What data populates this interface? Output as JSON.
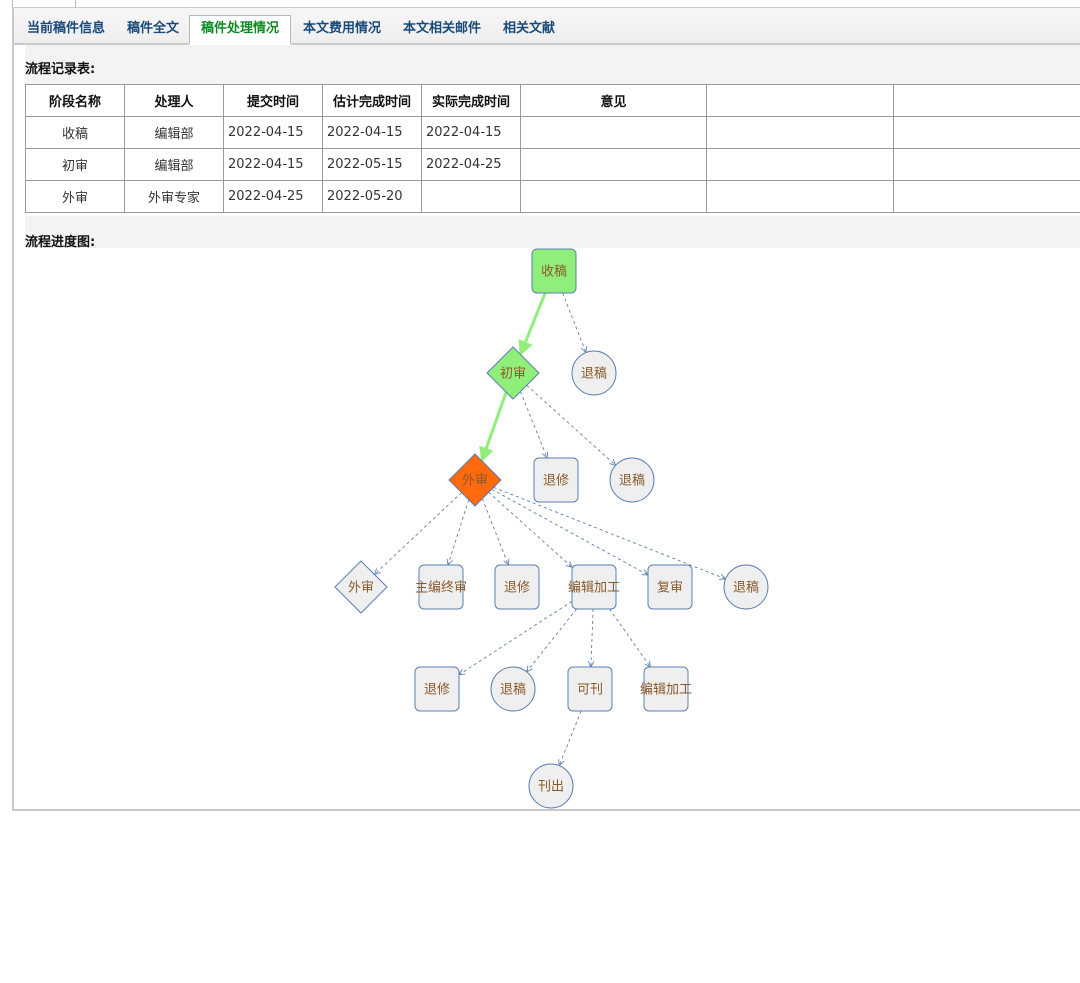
{
  "tabs": [
    {
      "label": "当前稿件信息",
      "active": false
    },
    {
      "label": "稿件全文",
      "active": false
    },
    {
      "label": "稿件处理情况",
      "active": true
    },
    {
      "label": "本文费用情况",
      "active": false
    },
    {
      "label": "本文相关邮件",
      "active": false
    },
    {
      "label": "相关文献",
      "active": false
    }
  ],
  "record_section_title": "流程记录表:",
  "record_table": {
    "headers": [
      "阶段名称",
      "处理人",
      "提交时间",
      "估计完成时间",
      "实际完成时间",
      "意见",
      "",
      ""
    ],
    "rows": [
      [
        "收稿",
        "编辑部",
        "2022-04-15",
        "2022-04-15",
        "2022-04-15",
        "",
        "",
        ""
      ],
      [
        "初审",
        "编辑部",
        "2022-04-15",
        "2022-05-15",
        "2022-04-25",
        "",
        "",
        ""
      ],
      [
        "外审",
        "外审专家",
        "2022-04-25",
        "2022-05-20",
        "",
        "",
        "",
        ""
      ]
    ]
  },
  "progress_section_title": "流程进度图:",
  "flow": {
    "colors": {
      "done": "#90ee7a",
      "current": "#ff6a0f",
      "pending": "#efefef",
      "node_border": "#5c7fb0",
      "done_edge": "#90ee7a",
      "pending_edge": "#5c7fb0"
    },
    "nodes": [
      {
        "id": "n1",
        "label": "收稿",
        "shape": "rounded",
        "status": "done"
      },
      {
        "id": "n2",
        "label": "初审",
        "shape": "diamond",
        "status": "done"
      },
      {
        "id": "n3",
        "label": "退稿",
        "shape": "circle",
        "status": "pending"
      },
      {
        "id": "n4",
        "label": "外审",
        "shape": "diamond",
        "status": "current"
      },
      {
        "id": "n5",
        "label": "退修",
        "shape": "rounded",
        "status": "pending"
      },
      {
        "id": "n6",
        "label": "退稿",
        "shape": "circle",
        "status": "pending"
      },
      {
        "id": "n7",
        "label": "外审",
        "shape": "diamond",
        "status": "pending"
      },
      {
        "id": "n8",
        "label": "主编终审",
        "shape": "rounded",
        "status": "pending"
      },
      {
        "id": "n9",
        "label": "退修",
        "shape": "rounded",
        "status": "pending"
      },
      {
        "id": "n10",
        "label": "编辑加工",
        "shape": "rounded",
        "status": "pending"
      },
      {
        "id": "n11",
        "label": "复审",
        "shape": "rounded",
        "status": "pending"
      },
      {
        "id": "n12",
        "label": "退稿",
        "shape": "circle",
        "status": "pending"
      },
      {
        "id": "n13",
        "label": "退修",
        "shape": "rounded",
        "status": "pending"
      },
      {
        "id": "n14",
        "label": "退稿",
        "shape": "circle",
        "status": "pending"
      },
      {
        "id": "n15",
        "label": "可刊",
        "shape": "rounded",
        "status": "pending"
      },
      {
        "id": "n16",
        "label": "编辑加工",
        "shape": "rounded",
        "status": "pending"
      },
      {
        "id": "n17",
        "label": "刊出",
        "shape": "circle",
        "status": "pending"
      }
    ],
    "edges": [
      {
        "from": "n1",
        "to": "n2",
        "status": "done"
      },
      {
        "from": "n1",
        "to": "n3",
        "status": "pending"
      },
      {
        "from": "n2",
        "to": "n4",
        "status": "done"
      },
      {
        "from": "n2",
        "to": "n5",
        "status": "pending"
      },
      {
        "from": "n2",
        "to": "n6",
        "status": "pending"
      },
      {
        "from": "n4",
        "to": "n7",
        "status": "pending"
      },
      {
        "from": "n4",
        "to": "n8",
        "status": "pending"
      },
      {
        "from": "n4",
        "to": "n9",
        "status": "pending"
      },
      {
        "from": "n4",
        "to": "n10",
        "status": "pending"
      },
      {
        "from": "n4",
        "to": "n11",
        "status": "pending"
      },
      {
        "from": "n4",
        "to": "n12",
        "status": "pending"
      },
      {
        "from": "n10",
        "to": "n13",
        "status": "pending"
      },
      {
        "from": "n10",
        "to": "n14",
        "status": "pending"
      },
      {
        "from": "n10",
        "to": "n15",
        "status": "pending"
      },
      {
        "from": "n10",
        "to": "n16",
        "status": "pending"
      },
      {
        "from": "n15",
        "to": "n17",
        "status": "pending"
      }
    ]
  }
}
